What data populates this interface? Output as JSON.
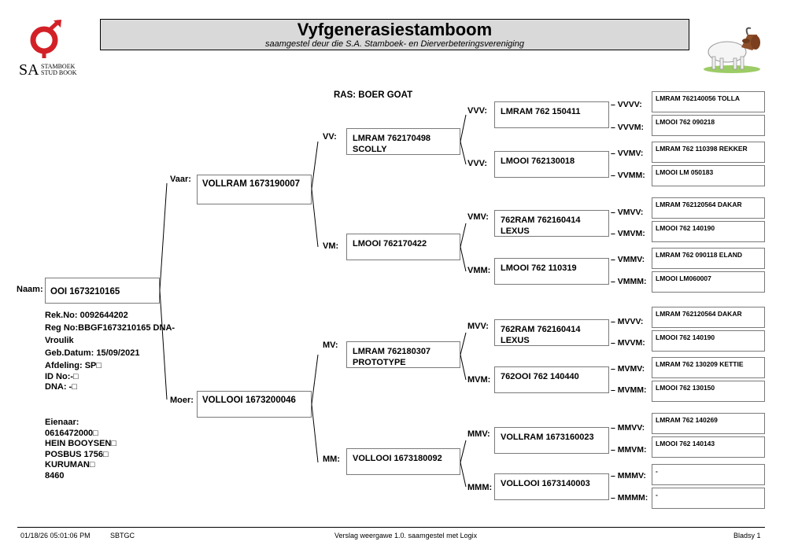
{
  "header": {
    "title": "Vyfgenerasiestamboom",
    "subtitle": "saamgestel deur die S.A. Stamboek- en Dierverbeteringsvereniging",
    "logo_sa": "SA",
    "logo_line1": "STAMBOEK",
    "logo_line2": "STUD BOOK",
    "brand_color": "#d32027"
  },
  "breed": "RAS: BOER GOAT",
  "animal": {
    "label": "Naam:",
    "name": "OOI 1673210165",
    "details": [
      "Rek.No: 0092644202",
      "Reg No:BBGF1673210165 DNA-",
      "Vroulik",
      "Geb.Datum: 15/09/2021",
      "Afdeling: SP□",
      "ID No:-□",
      "DNA: -□"
    ],
    "owner": [
      "Eienaar:",
      "0616472000□",
      "HEIN BOOYSEN□",
      "POSBUS 1756□",
      "KURUMAN□",
      "8460"
    ]
  },
  "gen1": [
    {
      "label": "Vaar:",
      "name": "VOLLRAM 1673190007"
    },
    {
      "label": "Moer:",
      "name": "VOLLOOI 1673200046"
    }
  ],
  "gen2": [
    {
      "label": "VV:",
      "name": "LMRAM 762170498\nSCOLLY"
    },
    {
      "label": "VM:",
      "name": "LMOOI 762170422"
    },
    {
      "label": "MV:",
      "name": "LMRAM 762180307\nPROTOTYPE"
    },
    {
      "label": "MM:",
      "name": "VOLLOOI 1673180092"
    }
  ],
  "gen3": [
    {
      "label": "VVV:",
      "name": "LMRAM 762 150411"
    },
    {
      "label": "VVV:",
      "name": "LMOOI 762130018"
    },
    {
      "label": "VMV:",
      "name": "762RAM 762160414\nLEXUS"
    },
    {
      "label": "VMM:",
      "name": "LMOOI 762 110319"
    },
    {
      "label": "MVV:",
      "name": "762RAM 762160414\nLEXUS"
    },
    {
      "label": "MVM:",
      "name": "762OOI 762 140440"
    },
    {
      "label": "MMV:",
      "name": "VOLLRAM 1673160023"
    },
    {
      "label": "MMM:",
      "name": "VOLLOOI 1673140003"
    }
  ],
  "gen4": [
    {
      "label": "VVVV:",
      "name": "LMRAM 762140056 TOLLA"
    },
    {
      "label": "VVVM:",
      "name": "LMOOI 762 090218"
    },
    {
      "label": "VVMV:",
      "name": "LMRAM 762 110398 REKKER"
    },
    {
      "label": "VVMM:",
      "name": "LMOOI LM 050183"
    },
    {
      "label": "VMVV:",
      "name": "LMRAM 762120564  DAKAR"
    },
    {
      "label": "VMVM:",
      "name": "LMOOI 762 140190"
    },
    {
      "label": "VMMV:",
      "name": "LMRAM 762 090118 ELAND"
    },
    {
      "label": "VMMM:",
      "name": "LMOOI LM060007"
    },
    {
      "label": "MVVV:",
      "name": "LMRAM 762120564  DAKAR"
    },
    {
      "label": "MVVM:",
      "name": "LMOOI 762 140190"
    },
    {
      "label": "MVMV:",
      "name": "LMRAM 762 130209 KETTIE"
    },
    {
      "label": "MVMM:",
      "name": "LMOOI 762 130150"
    },
    {
      "label": "MMVV:",
      "name": "LMRAM 762 140269"
    },
    {
      "label": "MMVM:",
      "name": "LMOOI 762 140143"
    },
    {
      "label": "MMMV:",
      "name": "-"
    },
    {
      "label": "MMMM:",
      "name": "-"
    }
  ],
  "footer": {
    "datetime": "01/18/26 05:01:06 PM",
    "code": "SBTGC",
    "report": "Verslag weergawe 1.0. saamgestel met Logix",
    "page": "Bladsy 1"
  }
}
